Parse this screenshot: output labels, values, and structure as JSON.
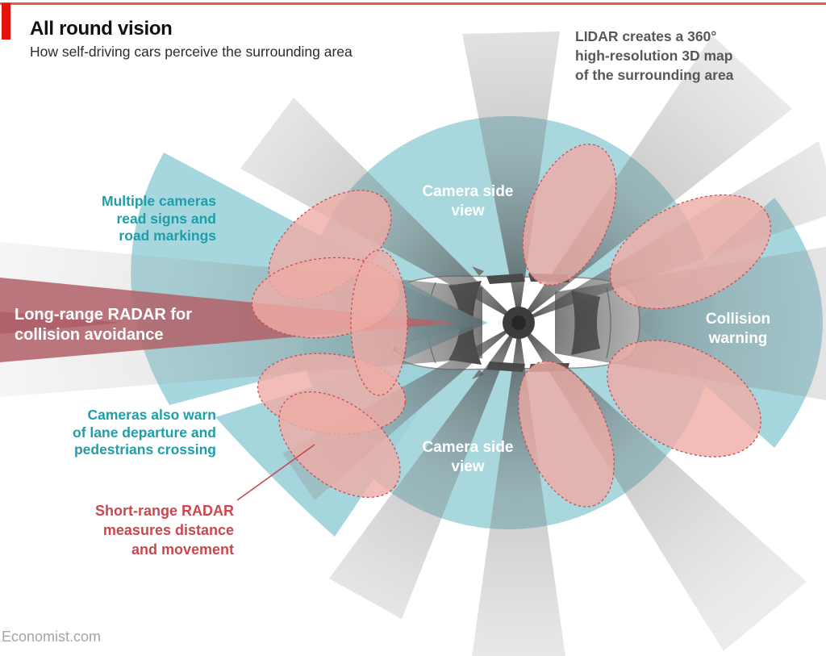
{
  "header": {
    "title": "All round vision",
    "subtitle": "How self-driving cars perceive the surrounding area"
  },
  "labels": {
    "lidar_note": {
      "lines": [
        "LIDAR creates a 360°",
        "high-resolution 3D map",
        "of the surrounding area"
      ]
    },
    "multiple_cameras": {
      "lines": [
        "Multiple cameras",
        "read signs and",
        "road markings"
      ]
    },
    "long_range_radar": {
      "lines": [
        "Long-range RADAR for",
        "collision avoidance"
      ]
    },
    "camera_side_top": {
      "lines": [
        "Camera side",
        "view"
      ]
    },
    "camera_side_bottom": {
      "lines": [
        "Camera side",
        "view"
      ]
    },
    "collision_warning": {
      "lines": [
        "Collision",
        "warning"
      ]
    },
    "cameras_warn": {
      "lines": [
        "Cameras also warn",
        "of lane departure and",
        "pedestrians crossing"
      ]
    },
    "short_range_radar": {
      "lines": [
        "Short-range RADAR",
        "measures distance",
        "and movement"
      ]
    }
  },
  "footer": {
    "source": "Economist.com"
  },
  "colors": {
    "accent_red": "#e3120b",
    "top_rule_red": "#e05a4e",
    "teal_text": "#1e9daa",
    "red_text": "#c9484f",
    "camera_cyan": "#a8d8de",
    "camera_cyan_deep": "#9bd1d9",
    "radar_pink": "#efaba5",
    "radar_pink_border": "#cb4950",
    "long_range_maroon": "#b2636b",
    "lidar_beam_gray": "#7a7a7a",
    "note_gray": "#575757",
    "car_outline": "#8f8f8f",
    "car_glass": "#4a4a4a"
  }
}
